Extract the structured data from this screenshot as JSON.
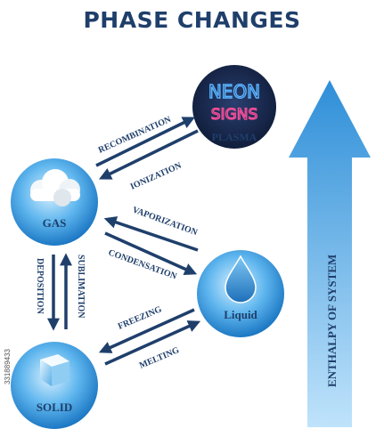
{
  "title": "PHASE CHANGES",
  "nodes": {
    "plasma": {
      "label": "PLASMA",
      "sign_line1": "NEON",
      "sign_line2": "SIGNS"
    },
    "gas": {
      "label": "GAS"
    },
    "liquid": {
      "label": "Liquid"
    },
    "solid": {
      "label": "SOLID"
    }
  },
  "transitions": {
    "recombination": "RECOMBINATION",
    "ionization": "IONIZATION",
    "vaporization": "VAPORIZATION",
    "condensation": "CONDENSATION",
    "deposition": "DEPOSITION",
    "sublimation": "SUBLIMATION",
    "freezing": "FREEZING",
    "melting": "MELTING"
  },
  "enthalpy_arrow": {
    "label": "ENTHALPY OF SYSTEM"
  },
  "watermark": "331889433",
  "colors": {
    "title": "#1f3f6b",
    "arrows": "#1f3f6b",
    "sphere": "#3a9be0",
    "plasma": "#15254a",
    "enthalpy": "#4aa3e6"
  }
}
